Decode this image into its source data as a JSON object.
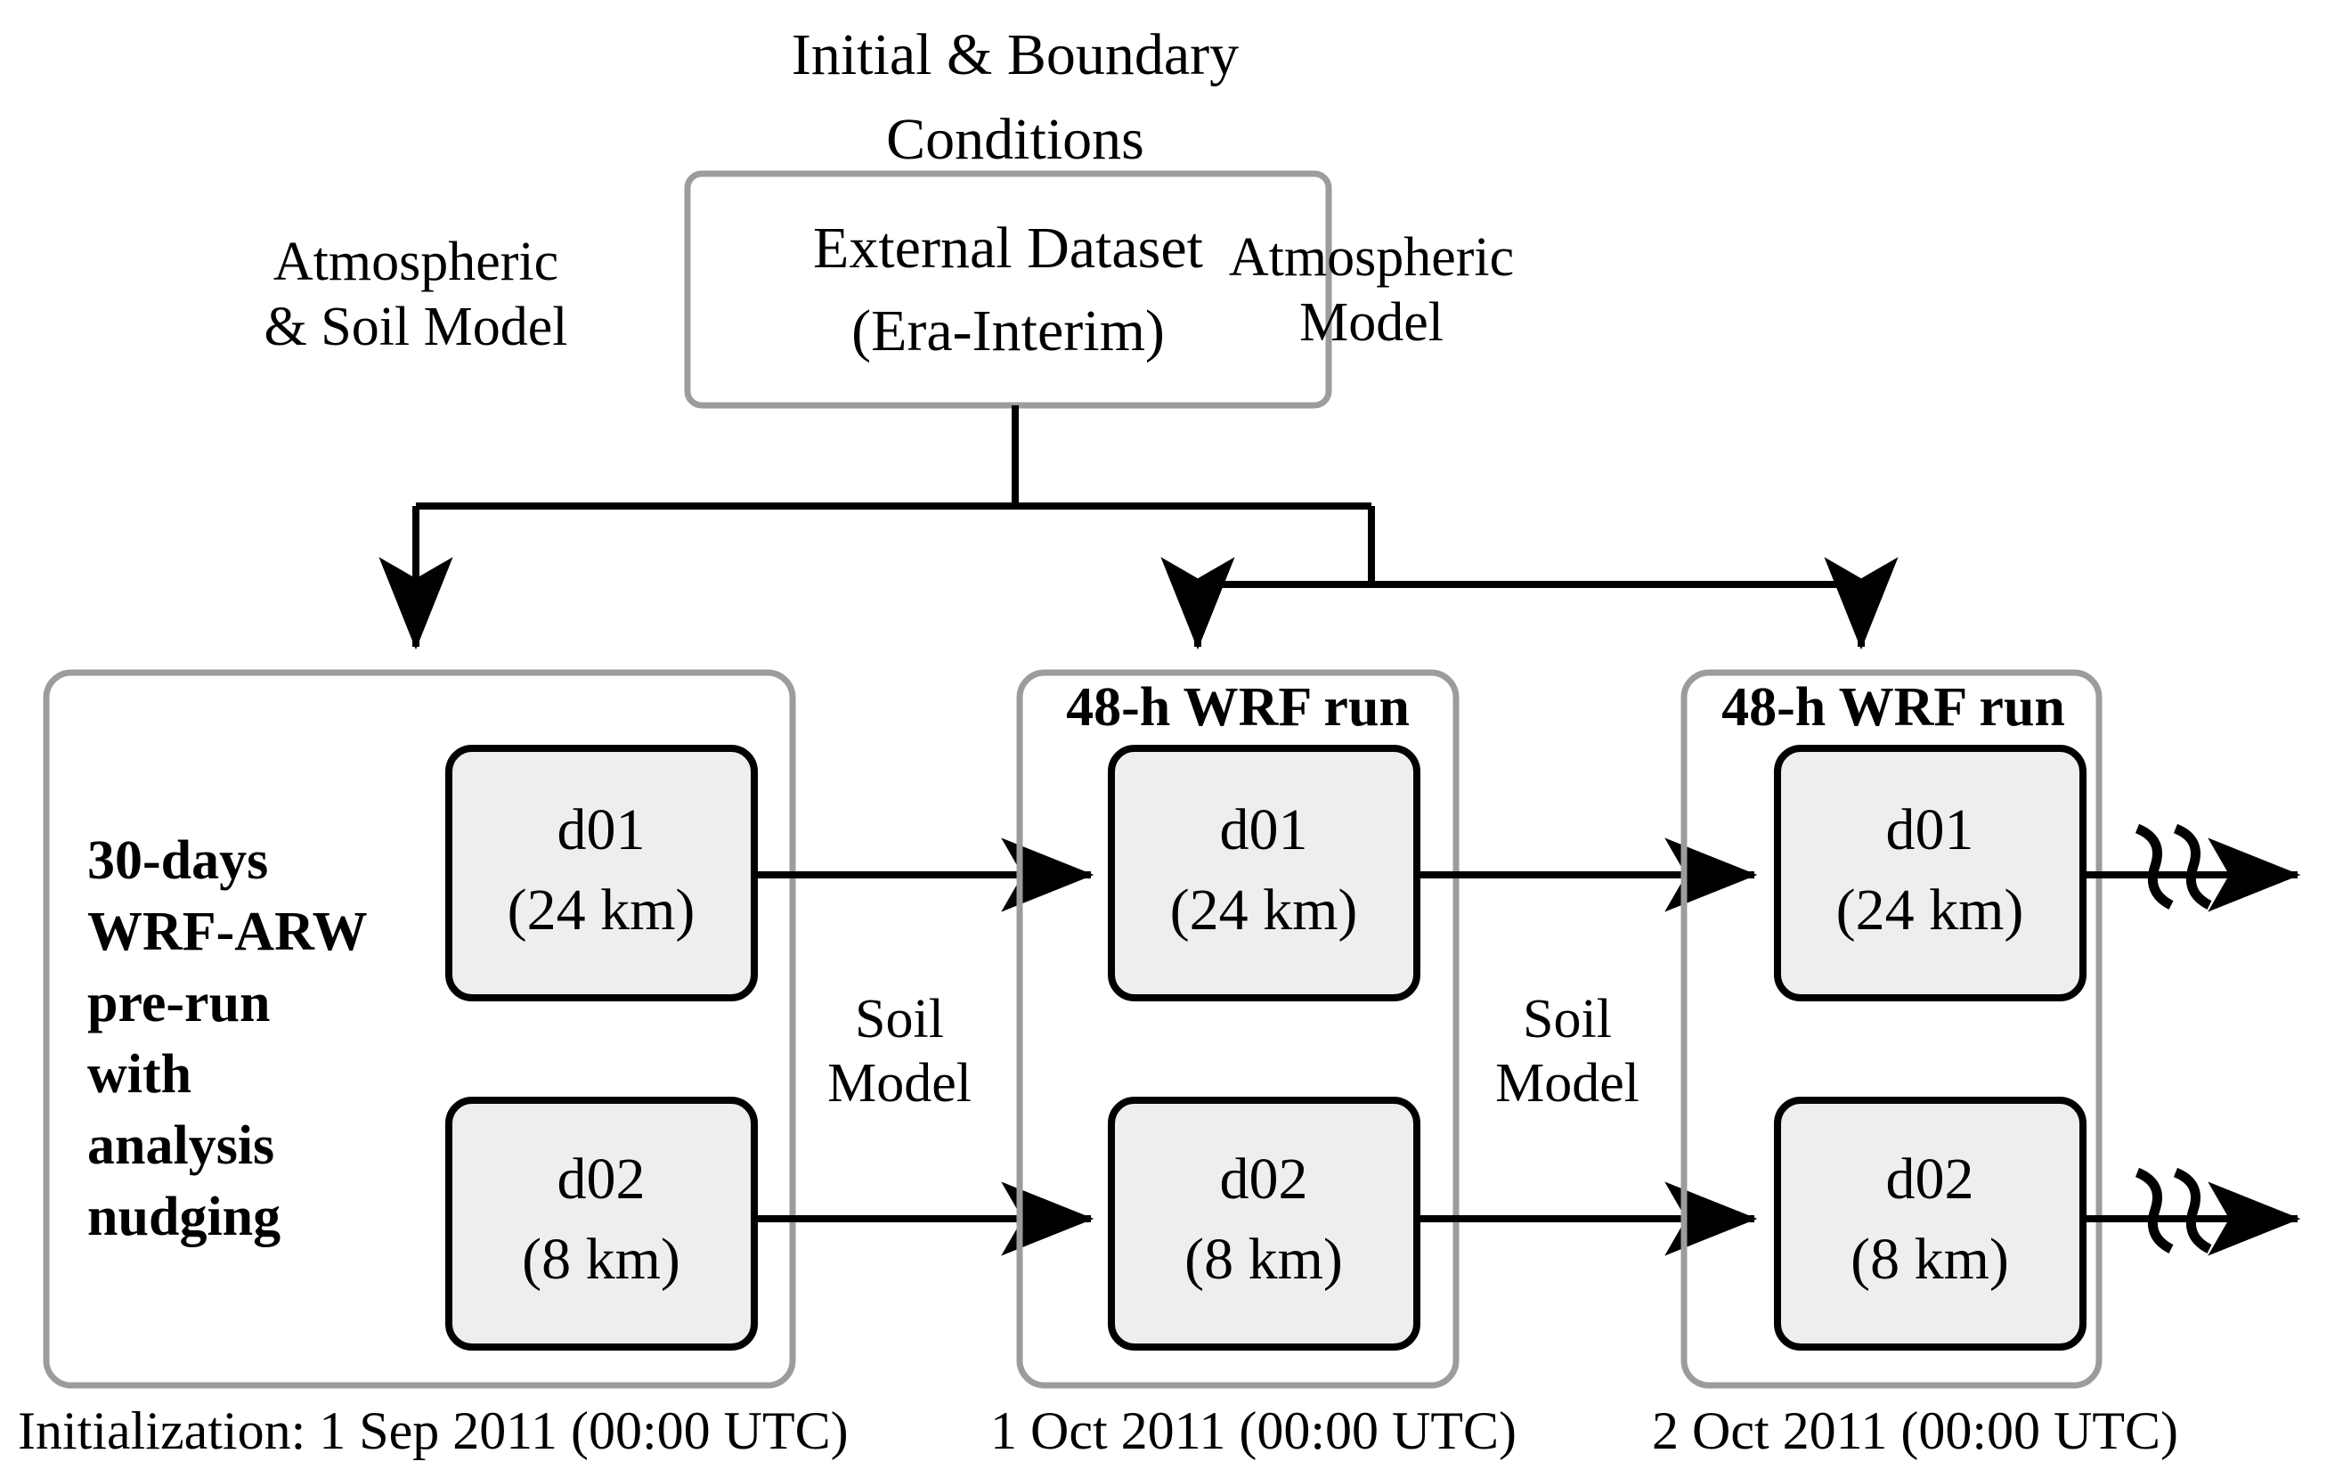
{
  "diagram": {
    "title": "WRF modelling chain",
    "colors": {
      "group_border": "#9c9c9c",
      "domain_fill": "#eeeeee",
      "domain_border": "#000000",
      "connector": "#000000",
      "background": "#ffffff"
    },
    "header": {
      "caption_line1": "Initial & Boundary",
      "caption_line2": "Conditions",
      "source_box": {
        "line1": "External Dataset",
        "line2": "(Era-Interim)"
      }
    },
    "branch_labels": {
      "left_line1": "Atmospheric",
      "left_line2": "& Soil Model",
      "right_line1": "Atmospheric",
      "right_line2": "Model"
    },
    "stages": [
      {
        "id": "prerun",
        "header": "",
        "side_text_lines": [
          "30-days",
          "WRF-ARW",
          "pre-run",
          "with",
          "analysis",
          "nudging"
        ],
        "domains": [
          {
            "name": "d01",
            "resolution": "(24 km)"
          },
          {
            "name": "d02",
            "resolution": "(8 km)"
          }
        ],
        "date_label": "Initialization: 1 Sep 2011 (00:00 UTC)"
      },
      {
        "id": "run-1oct",
        "header": "48-h WRF run",
        "side_text_lines": [],
        "domains": [
          {
            "name": "d01",
            "resolution": "(24 km)"
          },
          {
            "name": "d02",
            "resolution": "(8 km)"
          }
        ],
        "date_label": "1 Oct 2011 (00:00 UTC)"
      },
      {
        "id": "run-2oct",
        "header": "48-h WRF run",
        "side_text_lines": [],
        "domains": [
          {
            "name": "d01",
            "resolution": "(24 km)"
          },
          {
            "name": "d02",
            "resolution": "(8 km)"
          }
        ],
        "date_label": "2 Oct 2011 (00:00 UTC)"
      }
    ],
    "inter_stage_labels": [
      {
        "line1": "Soil",
        "line2": "Model"
      },
      {
        "line1": "Soil",
        "line2": "Model"
      }
    ]
  }
}
